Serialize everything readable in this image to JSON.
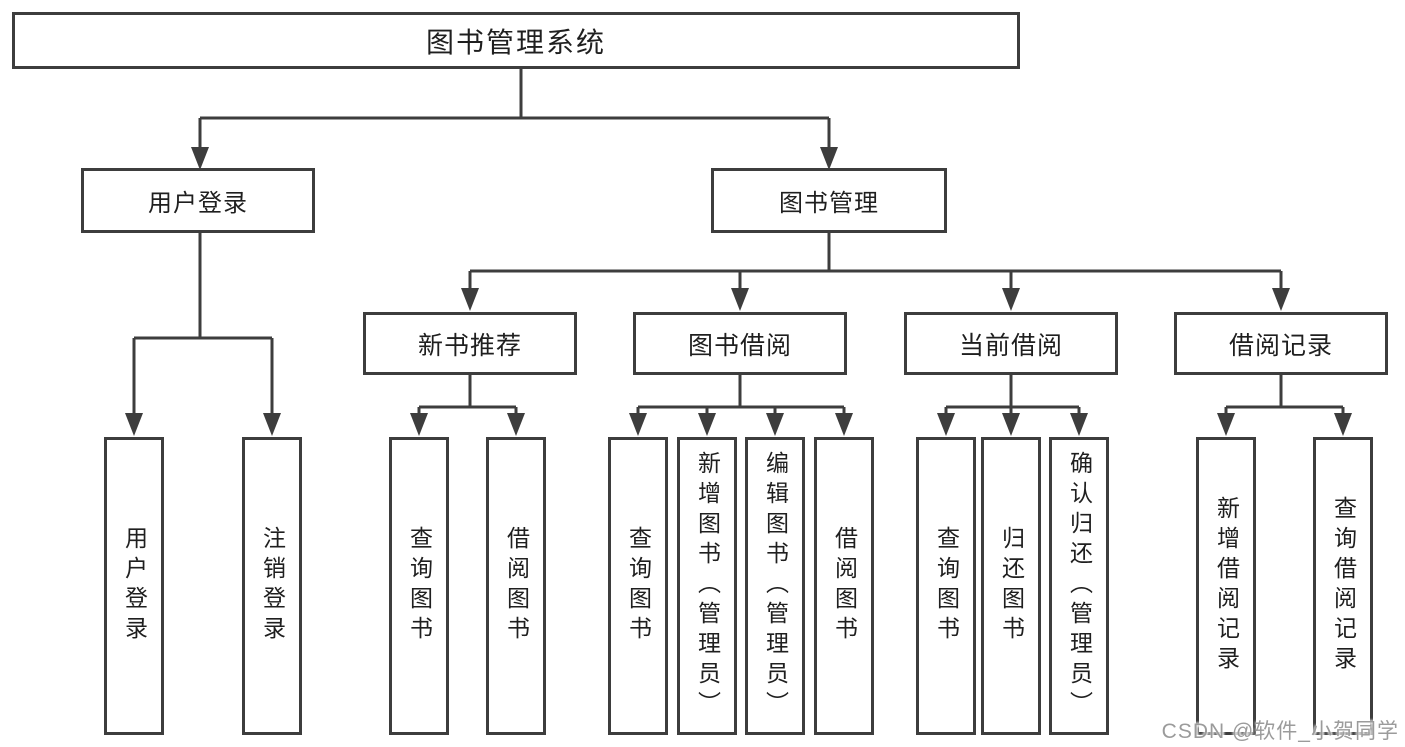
{
  "diagram": {
    "root": "图书管理系统",
    "level2": [
      "用户登录",
      "图书管理"
    ],
    "level3": [
      "新书推荐",
      "图书借阅",
      "当前借阅",
      "借阅记录"
    ],
    "leaf_groups": [
      [
        "用户登录",
        "注销登录"
      ],
      [
        "查询图书",
        "借阅图书"
      ],
      [
        "查询图书",
        "新增图书（管理员）",
        "编辑图书（管理员）",
        "借阅图书"
      ],
      [
        "查询图书",
        "归还图书",
        "确认归还（管理员）"
      ],
      [
        "新增借阅记录",
        "查询借阅记录"
      ]
    ],
    "watermark": "CSDN @软件_小贺同学",
    "colors": {
      "line": "#3d3d3d",
      "text": "#1f1f1f",
      "background": "#ffffff",
      "watermark": "#9b9b9b"
    }
  }
}
